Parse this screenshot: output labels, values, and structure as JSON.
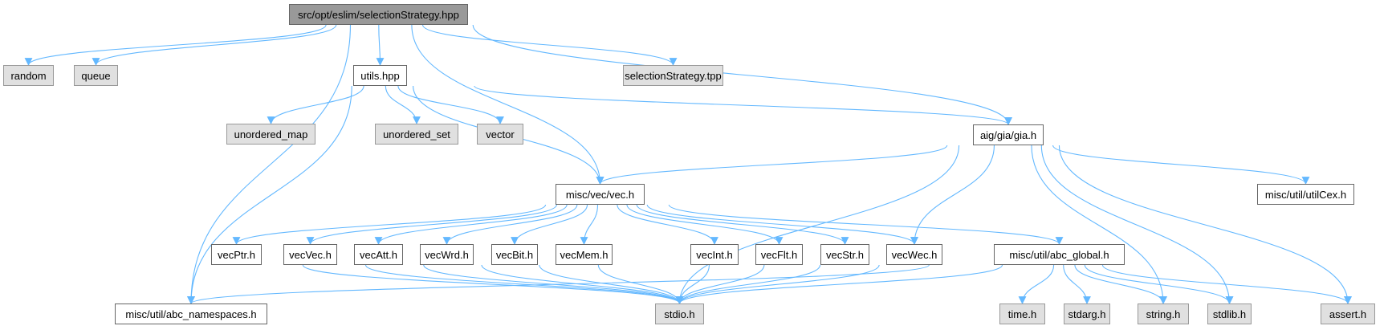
{
  "diagram": {
    "title": "src/opt/eslim/selectionStrategy.hpp",
    "edge_color": "#63b8ff",
    "nodes": [
      {
        "id": "root",
        "label": "src/opt/eslim/selectionStrategy.hpp",
        "kind": "root"
      },
      {
        "id": "random",
        "label": "random",
        "kind": "system"
      },
      {
        "id": "queue",
        "label": "queue",
        "kind": "system"
      },
      {
        "id": "utils",
        "label": "utils.hpp",
        "kind": "local"
      },
      {
        "id": "seltpp",
        "label": "selectionStrategy.tpp",
        "kind": "system"
      },
      {
        "id": "umap",
        "label": "unordered_map",
        "kind": "system"
      },
      {
        "id": "uset",
        "label": "unordered_set",
        "kind": "system"
      },
      {
        "id": "vector",
        "label": "vector",
        "kind": "system"
      },
      {
        "id": "gia",
        "label": "aig/gia/gia.h",
        "kind": "local"
      },
      {
        "id": "vec",
        "label": "misc/vec/vec.h",
        "kind": "local"
      },
      {
        "id": "utilcex",
        "label": "misc/util/utilCex.h",
        "kind": "local"
      },
      {
        "id": "vecptr",
        "label": "vecPtr.h",
        "kind": "local"
      },
      {
        "id": "vecvec",
        "label": "vecVec.h",
        "kind": "local"
      },
      {
        "id": "vecatt",
        "label": "vecAtt.h",
        "kind": "local"
      },
      {
        "id": "vecwrd",
        "label": "vecWrd.h",
        "kind": "local"
      },
      {
        "id": "vecbit",
        "label": "vecBit.h",
        "kind": "local"
      },
      {
        "id": "vecmem",
        "label": "vecMem.h",
        "kind": "local"
      },
      {
        "id": "vecint",
        "label": "vecInt.h",
        "kind": "local"
      },
      {
        "id": "vecflt",
        "label": "vecFlt.h",
        "kind": "local"
      },
      {
        "id": "vecstr",
        "label": "vecStr.h",
        "kind": "local"
      },
      {
        "id": "vecwec",
        "label": "vecWec.h",
        "kind": "local"
      },
      {
        "id": "abcglobal",
        "label": "misc/util/abc_global.h",
        "kind": "local"
      },
      {
        "id": "abcns",
        "label": "misc/util/abc_namespaces.h",
        "kind": "local"
      },
      {
        "id": "stdio",
        "label": "stdio.h",
        "kind": "system"
      },
      {
        "id": "time",
        "label": "time.h",
        "kind": "system"
      },
      {
        "id": "stdarg",
        "label": "stdarg.h",
        "kind": "system"
      },
      {
        "id": "string",
        "label": "string.h",
        "kind": "system"
      },
      {
        "id": "stdlib",
        "label": "stdlib.h",
        "kind": "system"
      },
      {
        "id": "assert",
        "label": "assert.h",
        "kind": "system"
      }
    ],
    "edges": [
      [
        "root",
        "random"
      ],
      [
        "root",
        "queue"
      ],
      [
        "root",
        "utils"
      ],
      [
        "root",
        "seltpp"
      ],
      [
        "root",
        "gia"
      ],
      [
        "root",
        "vec"
      ],
      [
        "root",
        "abcns"
      ],
      [
        "utils",
        "umap"
      ],
      [
        "utils",
        "uset"
      ],
      [
        "utils",
        "vector"
      ],
      [
        "utils",
        "gia"
      ],
      [
        "utils",
        "vec"
      ],
      [
        "utils",
        "abcns"
      ],
      [
        "gia",
        "vec"
      ],
      [
        "gia",
        "utilcex"
      ],
      [
        "gia",
        "vecwec"
      ],
      [
        "gia",
        "stdio"
      ],
      [
        "gia",
        "string"
      ],
      [
        "gia",
        "stdlib"
      ],
      [
        "gia",
        "assert"
      ],
      [
        "vec",
        "vecptr"
      ],
      [
        "vec",
        "vecvec"
      ],
      [
        "vec",
        "vecatt"
      ],
      [
        "vec",
        "vecwrd"
      ],
      [
        "vec",
        "vecbit"
      ],
      [
        "vec",
        "vecmem"
      ],
      [
        "vec",
        "vecint"
      ],
      [
        "vec",
        "vecflt"
      ],
      [
        "vec",
        "vecstr"
      ],
      [
        "vec",
        "vecwec"
      ],
      [
        "vec",
        "abcglobal"
      ],
      [
        "vecptr",
        "stdio"
      ],
      [
        "vecvec",
        "stdio"
      ],
      [
        "vecatt",
        "stdio"
      ],
      [
        "vecwrd",
        "stdio"
      ],
      [
        "vecbit",
        "stdio"
      ],
      [
        "vecmem",
        "stdio"
      ],
      [
        "vecint",
        "stdio"
      ],
      [
        "vecflt",
        "stdio"
      ],
      [
        "vecstr",
        "stdio"
      ],
      [
        "vecwec",
        "stdio"
      ],
      [
        "abcglobal",
        "abcns"
      ],
      [
        "abcglobal",
        "stdio"
      ],
      [
        "abcglobal",
        "time"
      ],
      [
        "abcglobal",
        "stdarg"
      ],
      [
        "abcglobal",
        "string"
      ],
      [
        "abcglobal",
        "stdlib"
      ],
      [
        "abcglobal",
        "assert"
      ]
    ]
  }
}
